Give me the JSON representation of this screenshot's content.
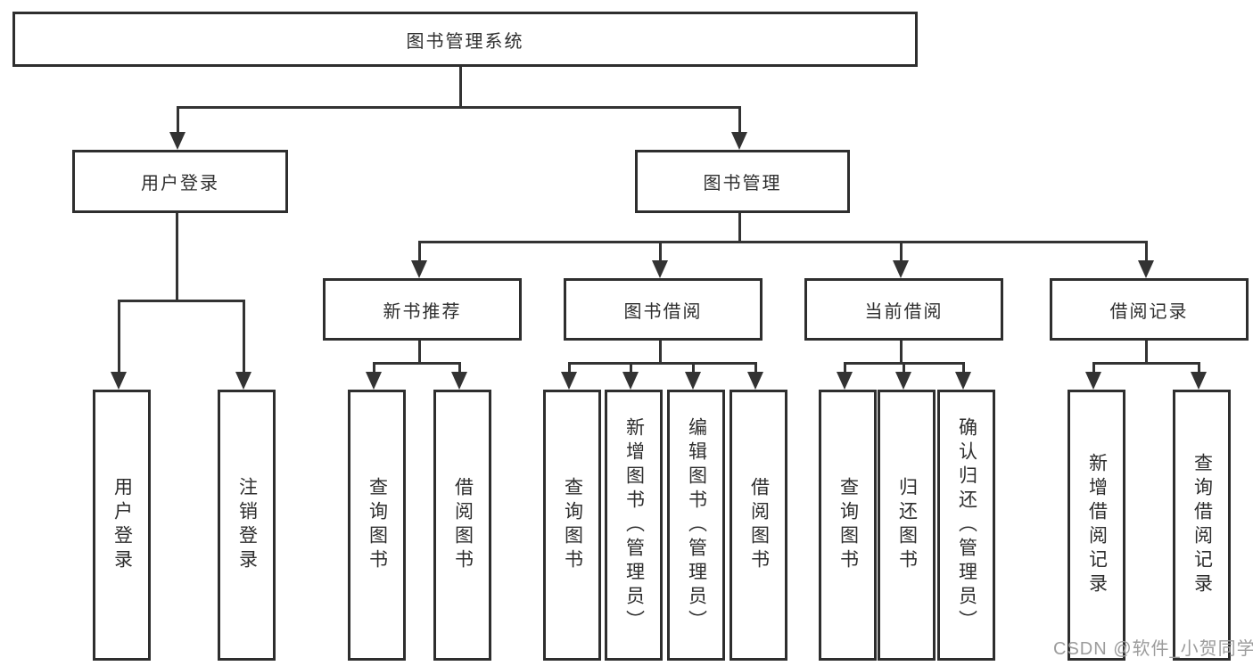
{
  "nodes": {
    "root": "图书管理系统",
    "user_login": "用户登录",
    "book_mgmt": "图书管理",
    "new_book_rec": "新书推荐",
    "book_borrow": "图书借阅",
    "current_borrow": "当前借阅",
    "borrow_records": "借阅记录",
    "ul_leaf_login": "用户登录",
    "ul_leaf_logout": "注销登录",
    "nbr_leaf_query": "查询图书",
    "nbr_leaf_borrow": "借阅图书",
    "bb_leaf_query": "查询图书",
    "bb_leaf_add": "新增图书（管理员）",
    "bb_leaf_edit": "编辑图书（管理员）",
    "bb_leaf_borrow": "借阅图书",
    "cb_leaf_query": "查询图书",
    "cb_leaf_return": "归还图书",
    "cb_leaf_confirm": "确认归还（管理员）",
    "br_leaf_add": "新增借阅记录",
    "br_leaf_query": "查询借阅记录"
  },
  "watermark": {
    "text": "CSDN @软件_小贺同学",
    "color": "#9c9c9c"
  },
  "colors": {
    "line": "#333333",
    "border": "#2e2e2e",
    "text": "#2e2e2e",
    "background": "#ffffff"
  }
}
